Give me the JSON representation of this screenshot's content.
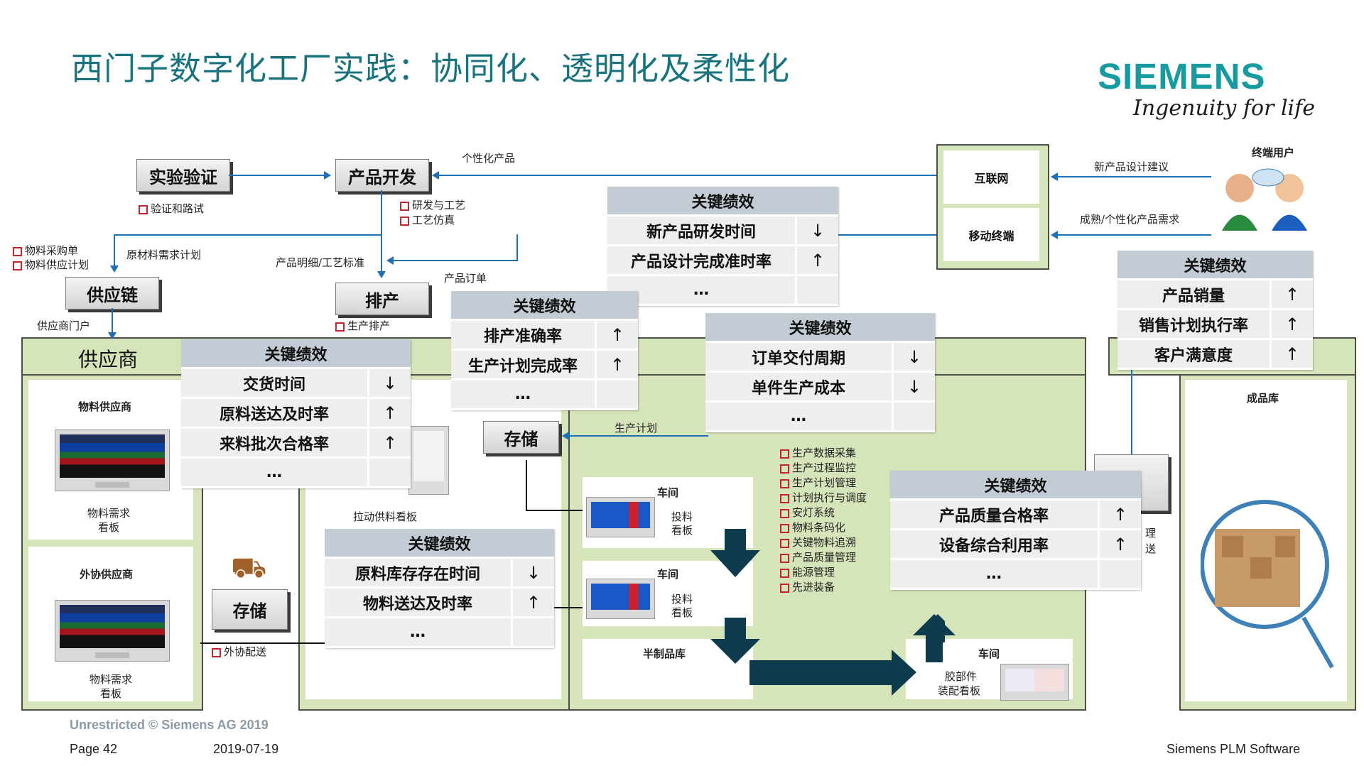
{
  "title": "西门子数字化工厂实践：协同化、透明化及柔性化",
  "logo": {
    "brand": "SIEMENS",
    "tagline": "Ingenuity for life"
  },
  "colors": {
    "title": "#19737f",
    "brand": "#169ba0",
    "kpi_header": "#c3ccd5",
    "panel_green": "#d6e4ba",
    "flow_line": "#1f6fb5"
  },
  "nodes": {
    "lab_test": "实验验证",
    "product_dev": "产品开发",
    "supply_chain": "供应链",
    "scheduling": "排产",
    "storage_center": "存储",
    "storage_left": "存储",
    "storage_partial": "储",
    "internet": "互联网",
    "mobile": "移动终端",
    "end_user": "终端用户",
    "supplier_band": "供应商",
    "material_supplier": "物料供应商",
    "outsourced_supplier": "外协供应商",
    "finished_goods": "成品库",
    "workshop1": "车间",
    "workshop2": "车间",
    "semi_finished": "半制品库",
    "workshop3": "车间"
  },
  "labels": {
    "personalized_product": "个性化产品",
    "verify": "验证和路试",
    "rd_process": "研发与工艺",
    "process_sim": "工艺仿真",
    "material_purchase": "物料采购单",
    "material_supply_plan": "物料供应计划",
    "raw_material_plan": "原材料需求计划",
    "product_detail": "产品明细/工艺标准",
    "product_order": "产品订单",
    "supplier_portal": "供应商门户",
    "production_schedule": "生产排产",
    "new_product_suggestion": "新产品设计建议",
    "mature_demand": "成熟/个性化产品需求",
    "production_plan": "生产计划",
    "material_demand_board_1a": "物料需求",
    "material_demand_board_1b": "看板",
    "material_demand_board_2a": "物料需求",
    "material_demand_board_2b": "看板",
    "pull_supply_board": "拉动供料看板",
    "outsource_delivery": "外协配送",
    "feed_board_1a": "投料",
    "feed_board_1b": "看板",
    "feed_board_2a": "投料",
    "feed_board_2b": "看板",
    "assembly_board_a": "胶部件",
    "assembly_board_b": "装配看板",
    "mgmt_partial_a": "理",
    "mgmt_partial_b": "送"
  },
  "mes_features": [
    "生产数据采集",
    "生产过程监控",
    "生产计划管理",
    "计划执行与调度",
    "安灯系统",
    "物料条码化",
    "关键物料追溯",
    "产品质量管理",
    "能源管理",
    "先进装备"
  ],
  "kpi_tables": {
    "rd": {
      "header": "关键绩效",
      "rows": [
        {
          "name": "新产品研发时间",
          "arrow": "↓"
        },
        {
          "name": "产品设计完成准时率",
          "arrow": "↑"
        },
        {
          "name": "…",
          "arrow": ""
        }
      ]
    },
    "sales": {
      "header": "关键绩效",
      "rows": [
        {
          "name": "产品销量",
          "arrow": "↑"
        },
        {
          "name": "销售计划执行率",
          "arrow": "↑"
        },
        {
          "name": "客户满意度",
          "arrow": "↑"
        }
      ]
    },
    "supply": {
      "header": "关键绩效",
      "rows": [
        {
          "name": "交货时间",
          "arrow": "↓"
        },
        {
          "name": "原料送达及时率",
          "arrow": "↑"
        },
        {
          "name": "来料批次合格率",
          "arrow": "↑"
        },
        {
          "name": "…",
          "arrow": ""
        }
      ]
    },
    "schedule": {
      "header": "关键绩效",
      "rows": [
        {
          "name": "排产准确率",
          "arrow": "↑"
        },
        {
          "name": "生产计划完成率",
          "arrow": "↑"
        },
        {
          "name": "…",
          "arrow": ""
        }
      ]
    },
    "order": {
      "header": "关键绩效",
      "rows": [
        {
          "name": "订单交付周期",
          "arrow": "↓"
        },
        {
          "name": "单件生产成本",
          "arrow": "↓"
        },
        {
          "name": "…",
          "arrow": ""
        }
      ]
    },
    "warehouse": {
      "header": "关键绩效",
      "rows": [
        {
          "name": "原料库存存在时间",
          "arrow": "↓"
        },
        {
          "name": "物料送达及时率",
          "arrow": "↑"
        },
        {
          "name": "…",
          "arrow": ""
        }
      ]
    },
    "quality": {
      "header": "关键绩效",
      "rows": [
        {
          "name": "产品质量合格率",
          "arrow": "↑"
        },
        {
          "name": "设备综合利用率",
          "arrow": "↑"
        },
        {
          "name": "…",
          "arrow": ""
        }
      ]
    }
  },
  "footer": {
    "classification": "Unrestricted © Siemens AG 2019",
    "page": "Page 42",
    "date": "2019-07-19",
    "company": "Siemens PLM Software"
  }
}
